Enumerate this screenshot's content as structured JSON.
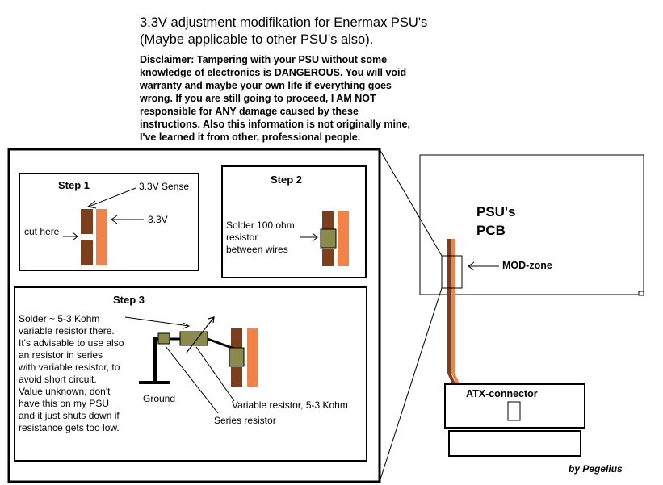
{
  "title": {
    "line1": "3.3V adjustment modifikation for Enermax PSU's",
    "line2": "(Maybe applicable to other PSU's also)."
  },
  "disclaimer": [
    "Disclaimer: Tampering with your PSU without some",
    "knowledge of electronics is DANGEROUS. You will void",
    "warranty and maybe your own life if everything goes",
    "wrong. If you are still going to proceed, I AM NOT",
    "responsible for ANY damage caused by these",
    "instructions. Also this information is not originally mine,",
    "I've learned it from other, professional people."
  ],
  "step1": {
    "title": "Step 1",
    "sense_label": "3.3V Sense",
    "v33_label": "3.3V",
    "cut_label": "cut here"
  },
  "step2": {
    "title": "Step 2",
    "lines": [
      "Solder 100 ohm",
      "resistor",
      "between wires"
    ]
  },
  "step3": {
    "title": "Step 3",
    "lines": [
      "Solder ~ 5-3 Kohm",
      "variable resistor there.",
      "It's advisable to use also",
      "an resistor in series",
      "with variable resistor, to",
      "avoid short circuit.",
      "Value unknown, don't",
      "have this on my PSU",
      "and it just shuts down if",
      "resistance gets too low."
    ],
    "ground_label": "Ground",
    "variable_label": "Variable resistor, 5-3 Kohm",
    "series_label": "Series resistor"
  },
  "psu": {
    "pcb_line1": "PSU's",
    "pcb_line2": "PCB",
    "mod_zone_label": "MOD-zone",
    "atx_label": "ATX-connector"
  },
  "credit": "by Pegelius",
  "colors": {
    "wire_brown": "#7b3f1e",
    "wire_orange": "#f0824a",
    "resistor": "#8a8a4a",
    "ink": "#000000"
  }
}
